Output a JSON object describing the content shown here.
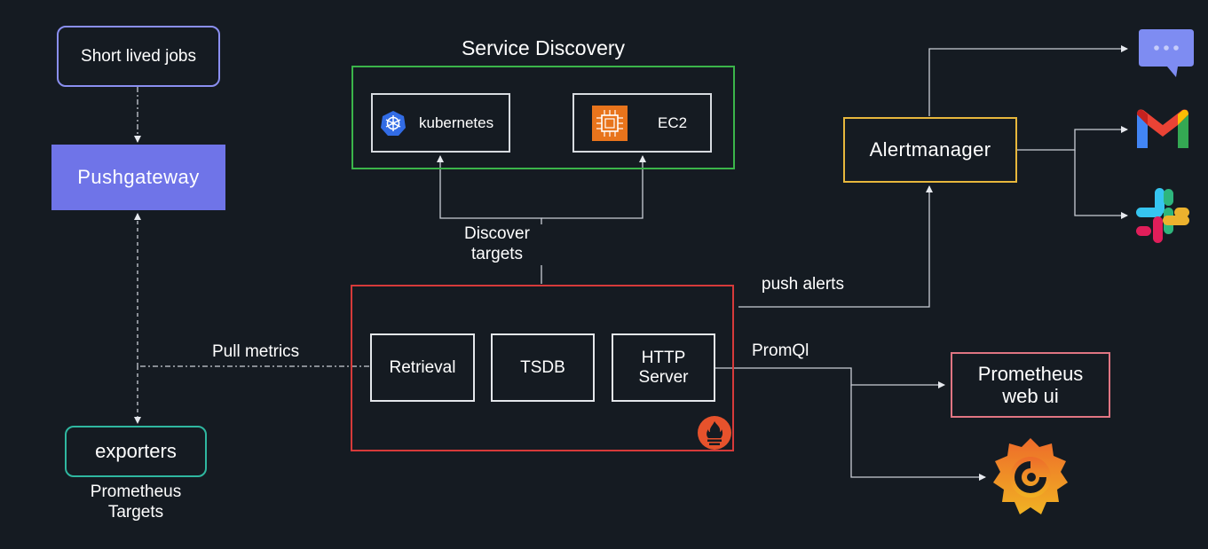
{
  "nodes": {
    "short_lived_jobs": "Short lived jobs",
    "pushgateway": "Pushgateway",
    "exporters": "exporters",
    "prometheus_targets": "Prometheus\nTargets",
    "service_discovery_title": "Service Discovery",
    "kubernetes": "kubernetes",
    "ec2": "EC2",
    "retrieval": "Retrieval",
    "tsdb": "TSDB",
    "http_server": "HTTP\nServer",
    "alertmanager": "Alertmanager",
    "prometheus_web_ui": "Prometheus\nweb ui"
  },
  "edges": {
    "discover_targets": "Discover\ntargets",
    "pull_metrics": "Pull metrics",
    "push_alerts": "push alerts",
    "promql": "PromQl"
  },
  "colors": {
    "background": "#151b22",
    "short_lived_border": "#8a8ff0",
    "pushgateway_fill": "#6f74e8",
    "exporters_border": "#2fb7a0",
    "service_discovery_border": "#3bb54a",
    "server_border": "#d63a3a",
    "alertmanager_border": "#e7b73c",
    "web_ui_border": "#e07582",
    "line": "#c9ced6"
  },
  "icons": [
    "kubernetes-icon",
    "ec2-chip-icon",
    "prometheus-flame-icon",
    "chat-icon",
    "gmail-icon",
    "slack-icon",
    "grafana-icon"
  ]
}
